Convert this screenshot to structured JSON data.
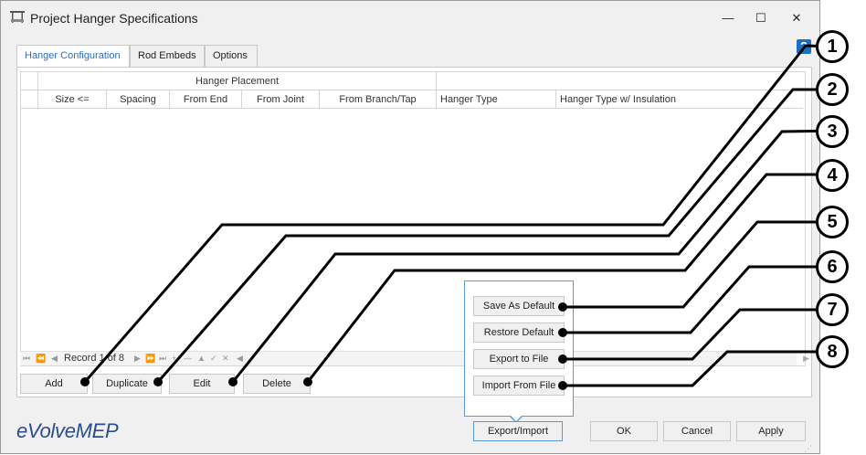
{
  "window": {
    "title": "Project Hanger Specifications",
    "minimize_glyph": "—",
    "maximize_glyph": "☐",
    "close_glyph": "✕",
    "help_glyph": "?"
  },
  "tabs": [
    {
      "label": "Hanger Configuration",
      "active": true
    },
    {
      "label": "Rod Embeds",
      "active": false
    },
    {
      "label": "Options",
      "active": false
    }
  ],
  "grid": {
    "group_header": "Hanger Placement",
    "columns": [
      "Size <=",
      "Spacing",
      "From End",
      "From Joint",
      "From Branch/Tap",
      "Hanger Type",
      "Hanger Type w/ Insulation"
    ]
  },
  "navigator": {
    "record_text": "Record 1 of 8"
  },
  "row_buttons": {
    "add": "Add",
    "duplicate": "Duplicate",
    "edit": "Edit",
    "delete": "Delete"
  },
  "export_menu": {
    "items": [
      "Save As Default",
      "Restore Default",
      "Export to File",
      "Import From File"
    ]
  },
  "footer": {
    "export_import": "Export/Import",
    "ok": "OK",
    "cancel": "Cancel",
    "apply": "Apply",
    "logo": "eVolveMEP"
  },
  "callouts": [
    "1",
    "2",
    "3",
    "4",
    "5",
    "6",
    "7",
    "8"
  ],
  "colors": {
    "accent": "#2f6fbf",
    "help": "#1a6fc6",
    "popup_border": "#5b9bd5",
    "logo": "#2a4d8f"
  }
}
